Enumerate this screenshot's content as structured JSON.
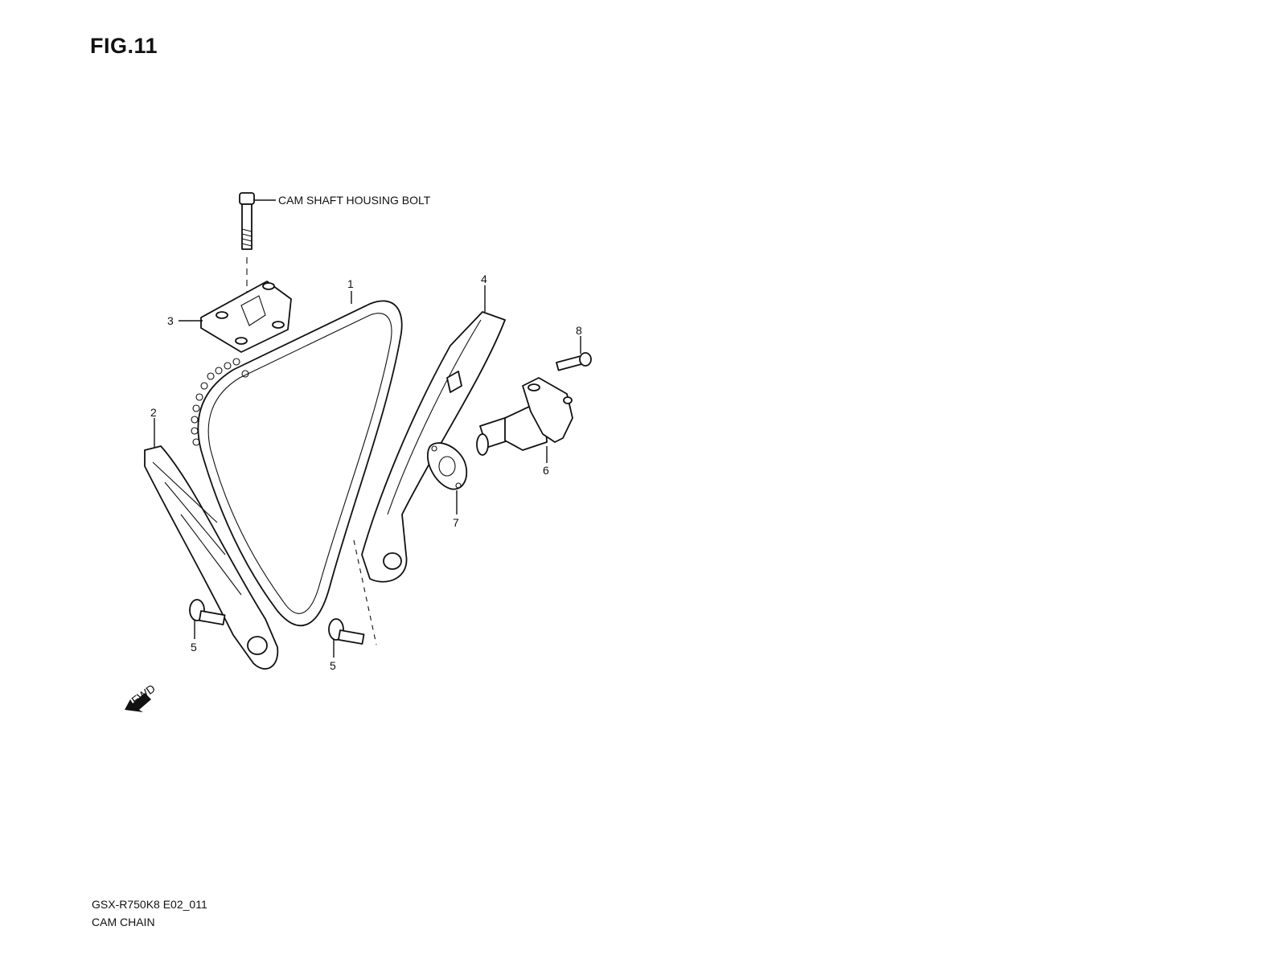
{
  "figure": {
    "title": "FIG.11"
  },
  "callouts": {
    "cam_shaft_housing_bolt": "CAM SHAFT HOUSING BOLT",
    "p1": "1",
    "p2": "2",
    "p3": "3",
    "p4": "4",
    "p5a": "5",
    "p5b": "5",
    "p6": "6",
    "p7": "7",
    "p8": "8"
  },
  "fwd_arrow": {
    "label": "FWD"
  },
  "footer": {
    "model": "GSX-R750K8 E02_011",
    "caption": "CAM CHAIN"
  }
}
